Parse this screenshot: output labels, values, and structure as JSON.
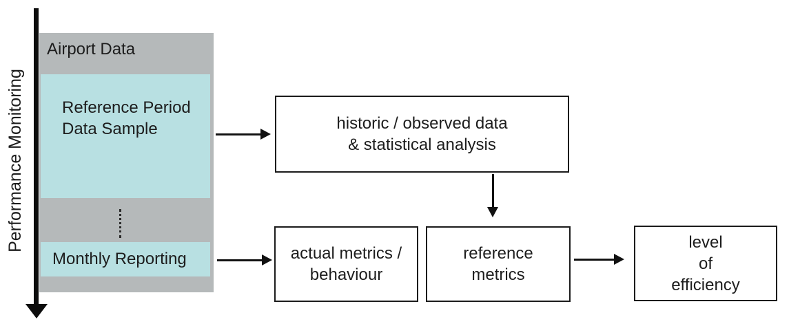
{
  "figure": {
    "axis_label": "Performance Monitoring"
  },
  "airport_panel": {
    "title": "Airport Data",
    "reference_period": {
      "line1": "Reference Period",
      "line2": "Data Sample"
    },
    "monthly_reporting": "Monthly Reporting"
  },
  "process_boxes": {
    "historic": {
      "line1": "historic / observed data",
      "line2": "& statistical analysis"
    },
    "actual": {
      "line1": "actual metrics /",
      "line2": "behaviour"
    },
    "reference": {
      "line1": "reference",
      "line2": "metrics"
    },
    "efficiency": {
      "line1": "level",
      "line2": "of",
      "line3": "efficiency"
    }
  },
  "icons": {
    "timeline_arrow": "downward-arrow",
    "ellipsis": "vertical-dots",
    "flow_arrows": "right-arrow, down-arrow"
  },
  "colors": {
    "panel_gray": "#b5b9ba",
    "highlight_teal": "#b8e0e2",
    "box_border": "#1b1b1b",
    "arrow_black": "#111111",
    "background": "#ffffff"
  }
}
